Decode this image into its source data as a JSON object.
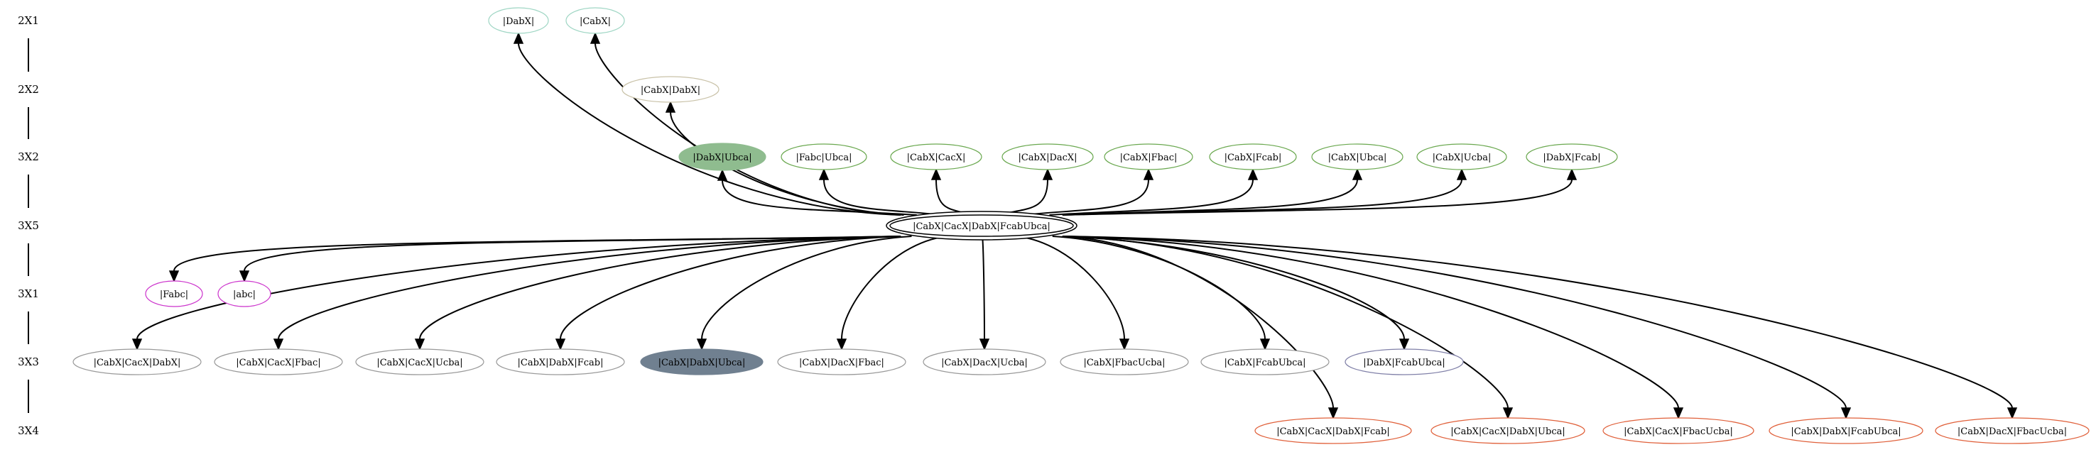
{
  "ranks": [
    {
      "id": "r2x1",
      "label": "2X1"
    },
    {
      "id": "r2x2",
      "label": "2X2"
    },
    {
      "id": "r3x2",
      "label": "3X2"
    },
    {
      "id": "r3x5",
      "label": "3X5"
    },
    {
      "id": "r3x1",
      "label": "3X1"
    },
    {
      "id": "r3x3",
      "label": "3X3"
    },
    {
      "id": "r3x4",
      "label": "3X4"
    }
  ],
  "center": {
    "id": "c",
    "label": "|CabX|CacX|DabX|FcabUbca|"
  },
  "nodes": [
    {
      "id": "n1",
      "label": "|DabX|",
      "rank": "r2x1",
      "stroke": "#9fd6c4",
      "fill": "none"
    },
    {
      "id": "n2",
      "label": "|CabX|",
      "rank": "r2x1",
      "stroke": "#9fd6c4",
      "fill": "none"
    },
    {
      "id": "n3",
      "label": "|CabX|DabX|",
      "rank": "r2x2",
      "stroke": "#c9c2a8",
      "fill": "none"
    },
    {
      "id": "n4",
      "label": "|DabX|Ubca|",
      "rank": "r3x2",
      "stroke": "#8fbc8f",
      "fill": "#8fbc8f"
    },
    {
      "id": "n5",
      "label": "|Fabc|Ubca|",
      "rank": "r3x2",
      "stroke": "#6aa84f",
      "fill": "none"
    },
    {
      "id": "n6",
      "label": "|CabX|CacX|",
      "rank": "r3x2",
      "stroke": "#6aa84f",
      "fill": "none"
    },
    {
      "id": "n7",
      "label": "|CabX|DacX|",
      "rank": "r3x2",
      "stroke": "#6aa84f",
      "fill": "none"
    },
    {
      "id": "n8",
      "label": "|CabX|Fbac|",
      "rank": "r3x2",
      "stroke": "#6aa84f",
      "fill": "none"
    },
    {
      "id": "n9",
      "label": "|CabX|Fcab|",
      "rank": "r3x2",
      "stroke": "#6aa84f",
      "fill": "none"
    },
    {
      "id": "n10",
      "label": "|CabX|Ubca|",
      "rank": "r3x2",
      "stroke": "#6aa84f",
      "fill": "none"
    },
    {
      "id": "n11",
      "label": "|CabX|Ucba|",
      "rank": "r3x2",
      "stroke": "#6aa84f",
      "fill": "none"
    },
    {
      "id": "n12",
      "label": "|DabX|Fcab|",
      "rank": "r3x2",
      "stroke": "#6aa84f",
      "fill": "none"
    },
    {
      "id": "n13",
      "label": "|Fabc|",
      "rank": "r3x1",
      "stroke": "#cc33cc",
      "fill": "none"
    },
    {
      "id": "n14",
      "label": "|abc|",
      "rank": "r3x1",
      "stroke": "#cc33cc",
      "fill": "none"
    },
    {
      "id": "n15",
      "label": "|CabX|CacX|DabX|",
      "rank": "r3x3",
      "stroke": "#999999",
      "fill": "none"
    },
    {
      "id": "n16",
      "label": "|CabX|CacX|Fbac|",
      "rank": "r3x3",
      "stroke": "#999999",
      "fill": "none"
    },
    {
      "id": "n17",
      "label": "|CabX|CacX|Ucba|",
      "rank": "r3x3",
      "stroke": "#999999",
      "fill": "none"
    },
    {
      "id": "n18",
      "label": "|CabX|DabX|Fcab|",
      "rank": "r3x3",
      "stroke": "#999999",
      "fill": "none"
    },
    {
      "id": "n19",
      "label": "|CabX|DabX|Ubca|",
      "rank": "r3x3",
      "stroke": "#708090",
      "fill": "#708090"
    },
    {
      "id": "n20",
      "label": "|CabX|DacX|Fbac|",
      "rank": "r3x3",
      "stroke": "#999999",
      "fill": "none"
    },
    {
      "id": "n21",
      "label": "|CabX|DacX|Ucba|",
      "rank": "r3x3",
      "stroke": "#999999",
      "fill": "none"
    },
    {
      "id": "n22",
      "label": "|CabX|FbacUcba|",
      "rank": "r3x3",
      "stroke": "#999999",
      "fill": "none"
    },
    {
      "id": "n23",
      "label": "|CabX|FcabUbca|",
      "rank": "r3x3",
      "stroke": "#999999",
      "fill": "none"
    },
    {
      "id": "n24",
      "label": "|DabX|FcabUbca|",
      "rank": "r3x3",
      "stroke": "#8080a8",
      "fill": "none"
    },
    {
      "id": "n25",
      "label": "|CabX|CacX|DabX|Fcab|",
      "rank": "r3x4",
      "stroke": "#e0603a",
      "fill": "none"
    },
    {
      "id": "n26",
      "label": "|CabX|CacX|DabX|Ubca|",
      "rank": "r3x4",
      "stroke": "#e0603a",
      "fill": "none"
    },
    {
      "id": "n27",
      "label": "|CabX|CacX|FbacUcba|",
      "rank": "r3x4",
      "stroke": "#e0603a",
      "fill": "none"
    },
    {
      "id": "n28",
      "label": "|CabX|DabX|FcabUbca|",
      "rank": "r3x4",
      "stroke": "#e0603a",
      "fill": "none"
    },
    {
      "id": "n29",
      "label": "|CabX|DacX|FbacUcba|",
      "rank": "r3x4",
      "stroke": "#e0603a",
      "fill": "none"
    }
  ],
  "edges": [
    {
      "from": "c",
      "to": "n1"
    },
    {
      "from": "c",
      "to": "n2"
    },
    {
      "from": "c",
      "to": "n3"
    },
    {
      "from": "c",
      "to": "n4"
    },
    {
      "from": "c",
      "to": "n5"
    },
    {
      "from": "c",
      "to": "n6"
    },
    {
      "from": "c",
      "to": "n7"
    },
    {
      "from": "c",
      "to": "n8"
    },
    {
      "from": "c",
      "to": "n9"
    },
    {
      "from": "c",
      "to": "n10"
    },
    {
      "from": "c",
      "to": "n11"
    },
    {
      "from": "c",
      "to": "n12"
    },
    {
      "from": "c",
      "to": "n13"
    },
    {
      "from": "c",
      "to": "n14"
    },
    {
      "from": "c",
      "to": "n15"
    },
    {
      "from": "c",
      "to": "n16"
    },
    {
      "from": "c",
      "to": "n17"
    },
    {
      "from": "c",
      "to": "n18"
    },
    {
      "from": "c",
      "to": "n19"
    },
    {
      "from": "c",
      "to": "n20"
    },
    {
      "from": "c",
      "to": "n21"
    },
    {
      "from": "c",
      "to": "n22"
    },
    {
      "from": "c",
      "to": "n23"
    },
    {
      "from": "c",
      "to": "n24"
    },
    {
      "from": "c",
      "to": "n25"
    },
    {
      "from": "c",
      "to": "n26"
    },
    {
      "from": "c",
      "to": "n27"
    },
    {
      "from": "c",
      "to": "n28"
    },
    {
      "from": "c",
      "to": "n29"
    }
  ]
}
